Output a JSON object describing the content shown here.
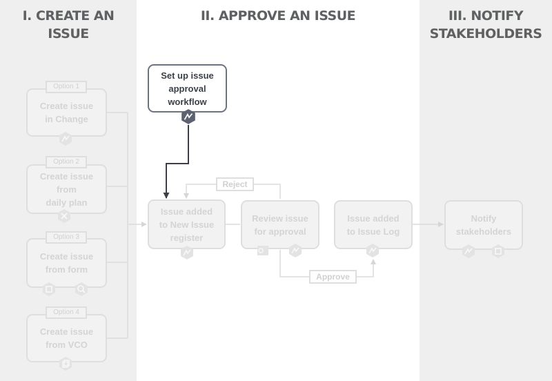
{
  "columns": [
    {
      "title": "I. CREATE AN ISSUE"
    },
    {
      "title": "II. APPROVE AN ISSUE"
    },
    {
      "title_line1": "III. NOTIFY",
      "title_line2": "STAKEHOLDERS"
    }
  ],
  "options": [
    {
      "tag": "Option 1",
      "lines": [
        "Create issue",
        "in Change"
      ],
      "icons": [
        "approval-icon"
      ]
    },
    {
      "tag": "Option 2",
      "lines": [
        "Create issue",
        "from",
        "daily plan"
      ],
      "icons": [
        "tools-icon"
      ]
    },
    {
      "tag": "Option 3",
      "lines": [
        "Create issue",
        "from form"
      ],
      "icons": [
        "form-icon",
        "search-form-icon"
      ]
    },
    {
      "tag": "Option 4",
      "lines": [
        "Create issue",
        "from VCO"
      ],
      "icons": [
        "copy-icon"
      ]
    }
  ],
  "workflow": {
    "lines": [
      "Set up issue",
      "approval",
      "workflow"
    ],
    "icon": "approval-icon"
  },
  "register": {
    "lines": [
      "Issue added",
      "to New Issue",
      "register"
    ],
    "icon": "approval-icon"
  },
  "review": {
    "lines": [
      "Review issue",
      "for approval"
    ],
    "icons": [
      "outlook-icon",
      "approval-icon"
    ]
  },
  "log": {
    "lines": [
      "Issue added",
      "to Issue Log"
    ],
    "icon": "approval-icon"
  },
  "notify": {
    "lines": [
      "Notify",
      "stakeholders"
    ],
    "icons": [
      "approval-icon",
      "form-icon"
    ]
  },
  "edges": {
    "reject": "Reject",
    "approve": "Approve"
  },
  "colors": {
    "side_bg": "#efefef",
    "faded": "#dedede",
    "faded_text": "#d4d4d4",
    "active": "#6b7381",
    "active_icon": "#5c6270",
    "title": "#5f6061"
  }
}
